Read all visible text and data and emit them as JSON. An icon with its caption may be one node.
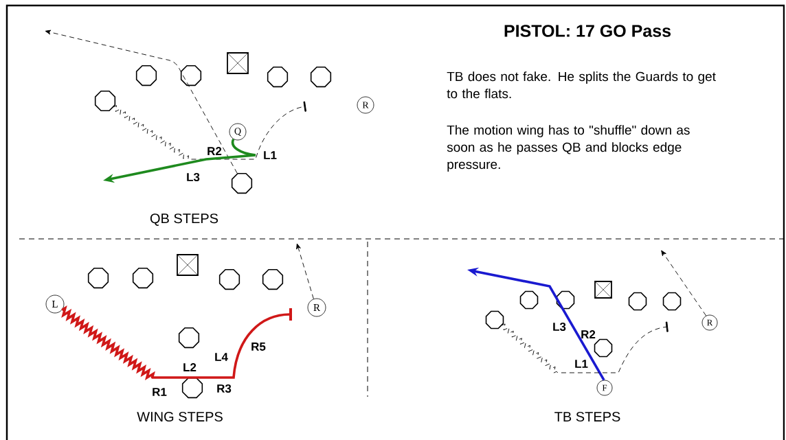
{
  "diagram": {
    "title": "PISTOL: 17 GO Pass",
    "nodes": [
      {
        "text": [],
        "shape": "octagon"
      },
      {
        "text": [],
        "shape": "octagon"
      },
      {
        "text": [],
        "shape": "box"
      },
      {
        "text": [],
        "shape": "octagon"
      },
      {
        "text": [],
        "shape": "octagon"
      },
      {
        "text": [],
        "shape": "octagon"
      },
      {
        "text": [
          "R"
        ]
      },
      {
        "text": [
          "Q"
        ]
      },
      {
        "text": [],
        "shape": "octagon"
      },
      {
        "text": [],
        "shape": "octagon"
      },
      {
        "text": [],
        "shape": "octagon"
      },
      {
        "text": [],
        "shape": "box"
      },
      {
        "text": [],
        "shape": "octagon"
      },
      {
        "text": [],
        "shape": "octagon"
      },
      {
        "text": [
          "L"
        ]
      },
      {
        "text": [
          "R"
        ]
      },
      {
        "text": [],
        "shape": "octagon"
      },
      {
        "text": [],
        "shape": "octagon"
      },
      {
        "text": [],
        "shape": "octagon"
      },
      {
        "text": [],
        "shape": "octagon"
      },
      {
        "text": [],
        "shape": "box"
      },
      {
        "text": [],
        "shape": "octagon"
      },
      {
        "text": [],
        "shape": "octagon"
      },
      {
        "text": [],
        "shape": "octagon"
      },
      {
        "text": [
          "R"
        ]
      },
      {
        "text": [],
        "shape": "octagon"
      },
      {
        "text": [
          "F"
        ]
      }
    ],
    "edges": [
      {
        "from": 8,
        "to": null,
        "arrow": "to",
        "style": "dashed"
      },
      {
        "from": 5,
        "to": null,
        "arrow": "other",
        "style": "dashed"
      },
      {
        "from": 7,
        "to": null,
        "arrow": "to",
        "style": "thick",
        "color": "#1e8a1e"
      },
      {
        "from": 14,
        "to": null,
        "arrow": "other",
        "style": "thick",
        "color": "#d01818"
      },
      {
        "from": 15,
        "to": null,
        "arrow": "to",
        "style": "dashed"
      },
      {
        "from": 26,
        "to": null,
        "arrow": "to",
        "style": "thick",
        "color": "#1a1ad0"
      },
      {
        "from": 24,
        "to": null,
        "arrow": "to",
        "style": "dashed"
      },
      {
        "from": 23,
        "to": null,
        "arrow": "other",
        "style": "dashed"
      }
    ],
    "labels": [
      "TB does not fake. He splits the Guards to get to the flats.",
      "The motion wing has to \"shuffle\" down as soon as he passes QB and blocks edge pressure.",
      "R2",
      "L1",
      "L3",
      "QB STEPS",
      "R5",
      "L4",
      "L2",
      "R3",
      "R1",
      "WING STEPS",
      "L3",
      "R2",
      "L1",
      "TB STEPS"
    ]
  }
}
